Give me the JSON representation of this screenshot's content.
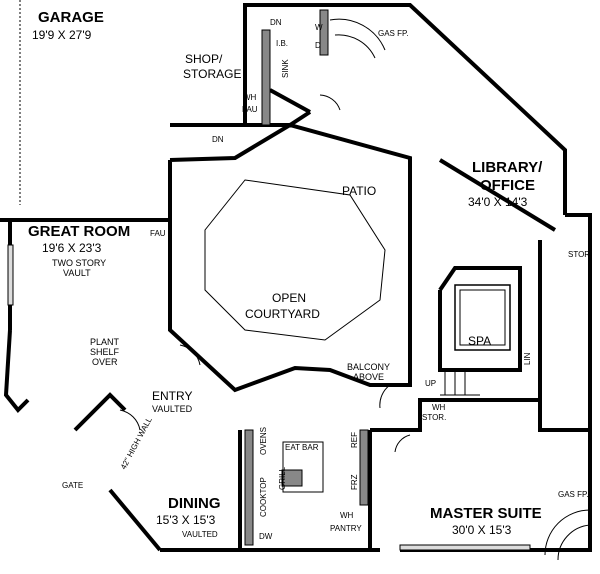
{
  "rooms": {
    "garage": {
      "name": "GARAGE",
      "dims": "19'9 X 27'9"
    },
    "shop": {
      "line1": "SHOP/",
      "line2": "STORAGE"
    },
    "library": {
      "line1": "LIBRARY/",
      "line2": "OFFICE",
      "dims": "34'0 X 14'3"
    },
    "patio": {
      "name": "PATIO"
    },
    "great_room": {
      "name": "GREAT ROOM",
      "dims": "19'6 X 23'3",
      "note1": "TWO STORY",
      "note2": "VAULT"
    },
    "courtyard": {
      "line1": "OPEN",
      "line2": "COURTYARD"
    },
    "spa": {
      "name": "SPA"
    },
    "entry": {
      "name": "ENTRY",
      "note": "VAULTED"
    },
    "plant_shelf": {
      "line1": "PLANT",
      "line2": "SHELF",
      "line3": "OVER"
    },
    "balcony": {
      "line1": "BALCONY",
      "line2": "ABOVE"
    },
    "dining": {
      "name": "DINING",
      "dims": "15'3 X 15'3",
      "note": "VAULTED"
    },
    "master": {
      "name": "MASTER SUITE",
      "dims": "30'0 X 15'3"
    }
  },
  "fixtures": {
    "dn1": "DN",
    "dn2": "DN",
    "ib": "I.B.",
    "sink": "SINK",
    "wh_shop": "WH",
    "fau_shop": "FAU",
    "washer": "W",
    "dryer": "D",
    "gas_fp_top": "GAS FP.",
    "fau_great": "FAU",
    "stor_lib": "STOR.",
    "lin": "LIN",
    "up": "UP",
    "wh_stor1": "WH",
    "wh_stor2": "STOR.",
    "high_wall": "42\" HIGH WALL",
    "gate": "GATE",
    "ovens": "OVENS",
    "eat_bar": "EAT BAR",
    "grill": "GRILL",
    "cooktop": "COOKTOP",
    "ref": "REF",
    "frz": "FRZ",
    "wh_pantry": "WH",
    "pantry": "PANTRY",
    "dw": "DW",
    "gas_fp_master": "GAS FP."
  }
}
